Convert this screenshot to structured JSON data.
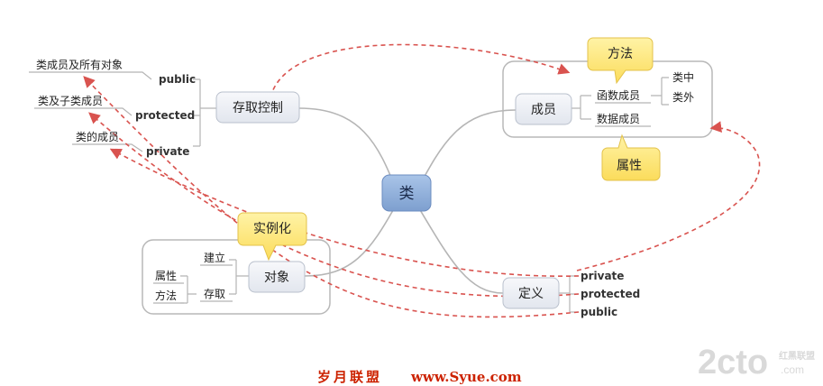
{
  "center": {
    "label": "类"
  },
  "access": {
    "node": "存取控制",
    "modifiers": [
      {
        "keyword": "public",
        "meaning": "类成员及所有对象"
      },
      {
        "keyword": "protected",
        "meaning": "类及子类成员"
      },
      {
        "keyword": "private",
        "meaning": "类的成员"
      }
    ]
  },
  "members": {
    "node": "成员",
    "functions": "函数成员",
    "data": "数据成员",
    "inside": "类中",
    "outside": "类外",
    "callout_method": "方法",
    "callout_attribute": "属性"
  },
  "object": {
    "node": "对象",
    "create": "建立",
    "access": "存取",
    "attribute": "属性",
    "method": "方法",
    "callout": "实例化"
  },
  "definition": {
    "node": "定义",
    "modifiers": [
      "private",
      "protected",
      "public"
    ]
  },
  "watermark": {
    "site_cn": "岁月联盟",
    "site_url": "www.Syue.com",
    "logo_main": "2cto",
    "logo_cn": "红黑联盟",
    "logo_com": ".com"
  },
  "colors": {
    "center_fill": "#8fb0dc",
    "node_fill": "#eef1f6",
    "callout_fill": "#fde776",
    "arrow": "#d9534f",
    "branch": "#b5b5b5"
  }
}
